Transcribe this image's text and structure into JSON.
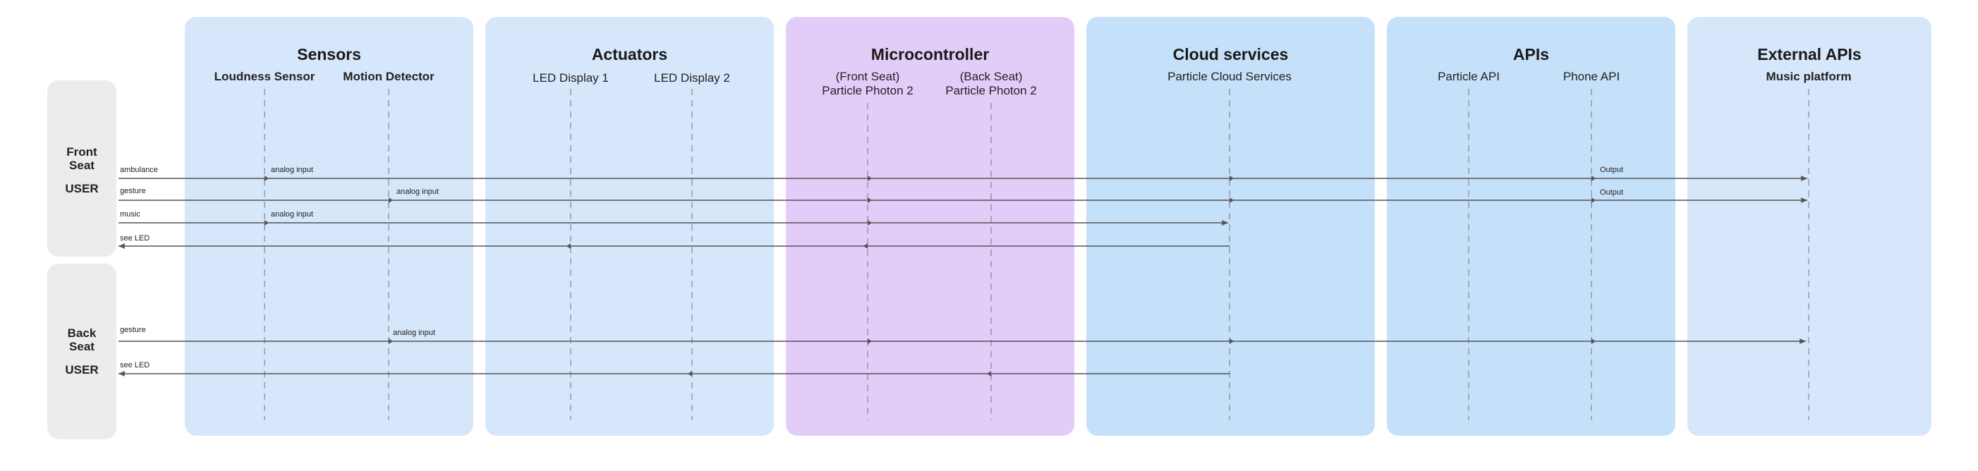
{
  "groups": [
    {
      "title": "Sensors"
    },
    {
      "title": "Actuators"
    },
    {
      "title": "Microcontroller"
    },
    {
      "title": "Cloud services"
    },
    {
      "title": "APIs"
    },
    {
      "title": "External APIs"
    }
  ],
  "actors": [
    {
      "name": "Loudness Sensor"
    },
    {
      "name": "Motion Detector"
    },
    {
      "name": "LED Display 1"
    },
    {
      "name": "LED Display 2"
    },
    {
      "line1": "(Front Seat)",
      "line2": "Particle Photon 2"
    },
    {
      "line1": "(Back Seat)",
      "line2": "Particle Photon 2"
    },
    {
      "name": "Particle Cloud Services"
    },
    {
      "name": "Particle API"
    },
    {
      "name": "Phone API"
    },
    {
      "name": "Music platform"
    }
  ],
  "users": [
    {
      "line1": "Front",
      "line2": "Seat",
      "role": "USER"
    },
    {
      "line1": "Back",
      "line2": "Seat",
      "role": "USER"
    }
  ],
  "messages": [
    {
      "name": "ambulance",
      "notes": [
        "analog input",
        "Output"
      ]
    },
    {
      "name": "gesture",
      "notes": [
        "analog input",
        "Output"
      ]
    },
    {
      "name": "music",
      "notes": [
        "analog input"
      ]
    },
    {
      "name": "see LED",
      "notes": []
    },
    {
      "name": "gesture",
      "notes": [
        "analog input"
      ]
    },
    {
      "name": "see LED",
      "notes": []
    }
  ],
  "colors": {
    "sensors": "#d6e6fb",
    "microcontroller": "#e2cdf9",
    "cloud": "#c5e0f9",
    "user": "#ececec",
    "line": "#555555"
  }
}
